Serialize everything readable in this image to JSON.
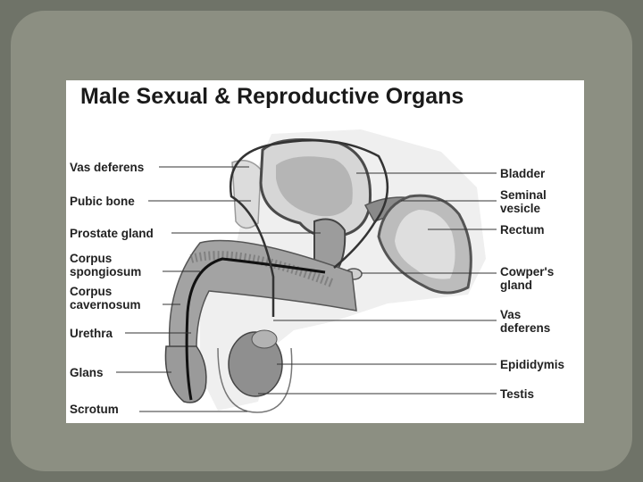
{
  "diagram": {
    "title": "Male Sexual & Reproductive Organs",
    "left_labels": [
      "Vas deferens",
      "Pubic bone",
      "Prostate gland",
      "Corpus\nspongiosum",
      "Corpus\ncavernosum",
      "Urethra",
      "Glans",
      "Scrotum"
    ],
    "right_labels": [
      "Bladder",
      "Seminal\nvesicle",
      "Rectum",
      "Cowper's\ngland",
      "Vas\ndeferens",
      "Epididymis",
      "Testis"
    ]
  }
}
